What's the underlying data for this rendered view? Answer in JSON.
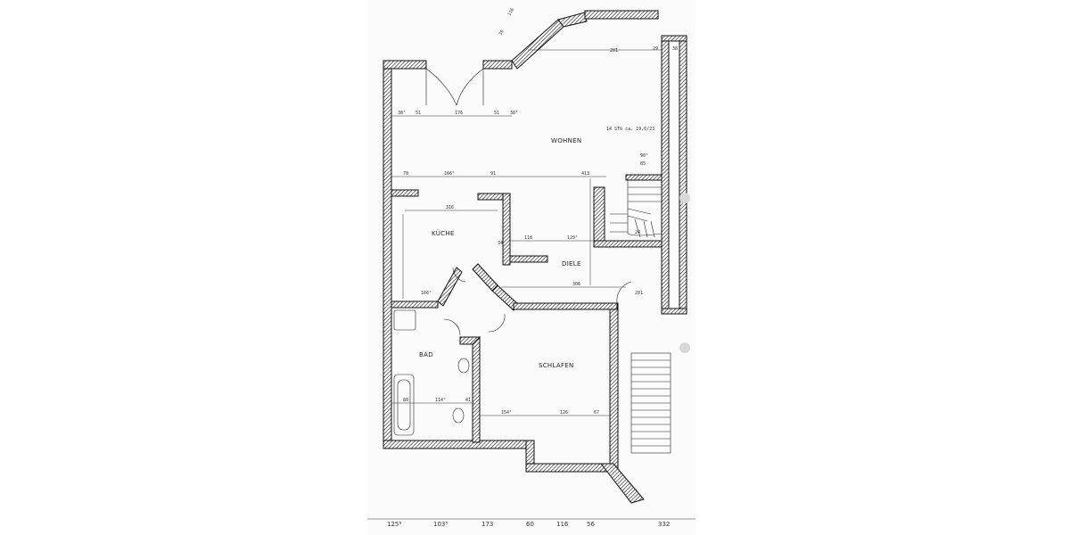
{
  "rooms": {
    "wohnen": "WOHNEN",
    "kueche": "KÜCHE",
    "diele": "DIELE",
    "bad": "BAD",
    "schlafen": "SCHLAFEN"
  },
  "stair_note": "14 STG ca. 19,6/23",
  "top_dims": {
    "d116": "116",
    "d39": "39",
    "d281": "281",
    "d29": "29",
    "d38": "38"
  },
  "window_dims": [
    "38⁵",
    "51",
    "176",
    "51",
    "38⁵"
  ],
  "mid_dims": {
    "d70": "70",
    "d166": "166⁵",
    "d91": "91",
    "d413": "413",
    "d90": "90⁵",
    "d85": "85",
    "d316": "316",
    "d24": "24",
    "d118": "118",
    "d129": "129⁵",
    "d34": "34",
    "d306": "306",
    "d281b": "281",
    "d166b": "166⁵"
  },
  "bath_dims": {
    "d80": "80",
    "d114": "114⁵",
    "d41": "41",
    "d154": "154⁵",
    "d126": "126",
    "d67": "67"
  },
  "bottom_dims": [
    "125⁵",
    "103⁵",
    "173",
    "60",
    "116",
    "56",
    "332"
  ]
}
